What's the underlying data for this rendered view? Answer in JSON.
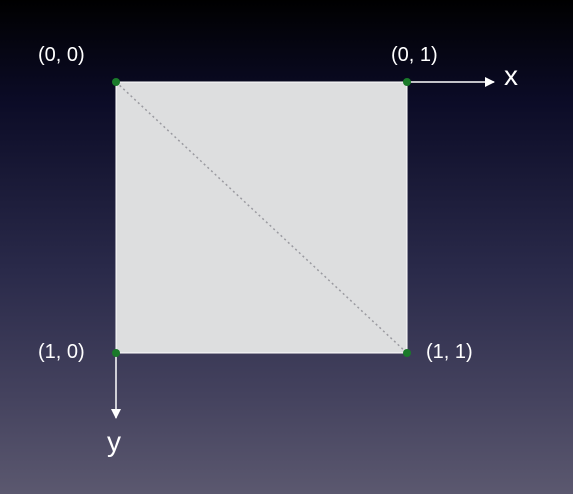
{
  "diagram": {
    "corners": {
      "top_left": "(0, 0)",
      "top_right": "(0, 1)",
      "bottom_left": "(1, 0)",
      "bottom_right": "(1, 1)"
    },
    "axes": {
      "x_label": "x",
      "y_label": "y"
    },
    "colors": {
      "square_fill": "#dddedf",
      "square_stroke": "#ffffff",
      "corner_point": "#1a7a2a",
      "diagonal": "#9a9aa0",
      "arrow": "#ffffff",
      "text": "#ffffff"
    }
  }
}
